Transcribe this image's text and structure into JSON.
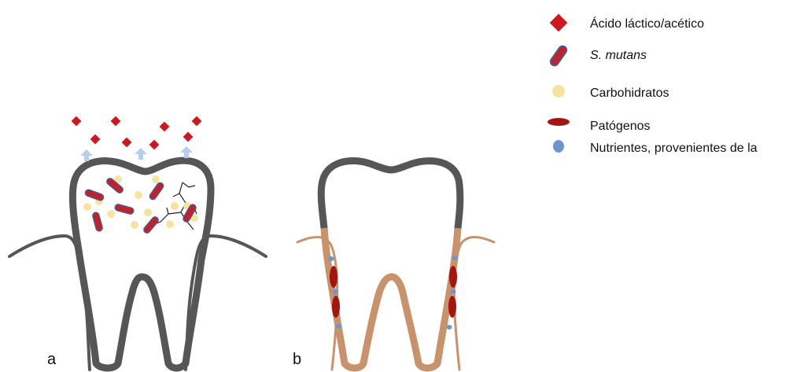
{
  "legend": {
    "items": [
      {
        "id": "acid",
        "label": "Ácido láctico/acético",
        "icon": "red-diamond-icon",
        "color": "#d0161e",
        "italic": false
      },
      {
        "id": "smutans",
        "label": "S. mutans",
        "icon": "rod-bacterium-icon",
        "color": "#c4202a",
        "outline": "#4a5a8a",
        "italic": true
      },
      {
        "id": "carbs",
        "label": "Carbohidratos",
        "icon": "yellow-dot-icon",
        "color": "#f6e3a0",
        "italic": false
      },
      {
        "id": "pathogens",
        "label": "Patógenos",
        "icon": "dark-red-ellipse-icon",
        "color": "#a5150f",
        "italic": false
      },
      {
        "id": "nutrients",
        "label": "Nutrientes, provenientes de la",
        "icon": "blue-dot-icon",
        "color": "#6f95d0",
        "italic": false
      }
    ]
  },
  "panels": {
    "a": {
      "label": "a",
      "crown_color": "#565656",
      "arrow_color": "#b8cdea"
    },
    "b": {
      "label": "b",
      "crown_color": "#565656",
      "root_color": "#c8926a"
    }
  }
}
